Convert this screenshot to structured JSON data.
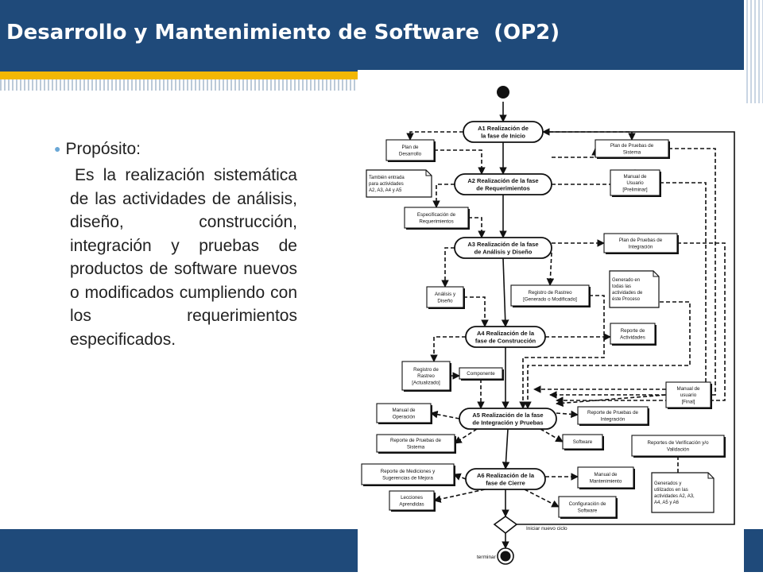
{
  "slide": {
    "title": "Desarrollo y Mantenimiento de Software  (OP2)",
    "bullet_label": "Propósito:",
    "body_text": "Es la realización sistemática de las actividades de análisis, diseño, construcción, integración y pruebas de productos de software nuevos o modificados cumpliendo con los requerimientos especificados."
  },
  "colors": {
    "title_bar": "#1f4a7a",
    "accent": "#f2b705",
    "bullet": "#6aa7d6"
  },
  "diagram": {
    "activities": [
      {
        "id": "a1",
        "lines": [
          "A1 Realización de",
          "la fase de Inicio"
        ]
      },
      {
        "id": "a2",
        "lines": [
          "A2 Realización de la fase",
          "de Requerimientos"
        ]
      },
      {
        "id": "a3",
        "lines": [
          "A3 Realización de la fase",
          "de Análisis y Diseño"
        ]
      },
      {
        "id": "a4",
        "lines": [
          "A4 Realización de la",
          "fase de Construcción"
        ]
      },
      {
        "id": "a5",
        "lines": [
          "A5 Realización de la fase",
          "de Integración y Pruebas"
        ]
      },
      {
        "id": "a6",
        "lines": [
          "A6 Realización de la",
          "fase de Cierre"
        ]
      }
    ],
    "artifacts": [
      {
        "id": "plan-desarrollo",
        "lines": [
          "Plan de",
          "Desarrollo"
        ]
      },
      {
        "id": "nota-entrada",
        "note": true,
        "lines": [
          "También entrada",
          "para actividades",
          "A2, A3, A4 y A5"
        ]
      },
      {
        "id": "plan-pruebas-sistema",
        "lines": [
          "Plan de Pruebas de",
          "Sistema"
        ]
      },
      {
        "id": "manual-usuario-prelim",
        "lines": [
          "Manual de",
          "Usuario",
          "[Preliminar]"
        ]
      },
      {
        "id": "especificacion-req",
        "lines": [
          "Especificación de",
          "Requerimientos"
        ]
      },
      {
        "id": "plan-pruebas-integracion",
        "lines": [
          "Plan de Pruebas de",
          "Integración"
        ]
      },
      {
        "id": "nota-generado",
        "note": true,
        "lines": [
          "Generado en",
          "todas las",
          "actividades de",
          "éste Proceso"
        ]
      },
      {
        "id": "analisis-diseno",
        "lines": [
          "Análisis y",
          "Diseño"
        ]
      },
      {
        "id": "registro-rastreo-gen",
        "lines": [
          "Registro de Rastreo",
          "[Generado o Modificado]"
        ]
      },
      {
        "id": "reporte-actividades",
        "lines": [
          "Reporte de",
          "Actividades"
        ]
      },
      {
        "id": "registro-rastreo-act",
        "lines": [
          "Registro de",
          "Rastreo",
          "[Actualizado]"
        ]
      },
      {
        "id": "componente",
        "lines": [
          "Componente"
        ]
      },
      {
        "id": "manual-usuario-final",
        "lines": [
          "Manual de",
          "usuario",
          "[Final]"
        ]
      },
      {
        "id": "manual-operacion",
        "lines": [
          "Manual de",
          "Operación"
        ]
      },
      {
        "id": "reporte-pruebas-integracion",
        "lines": [
          "Reporte de Pruebas de",
          "Integración"
        ]
      },
      {
        "id": "reporte-pruebas-sistema",
        "lines": [
          "Reporte de Pruebas de",
          "Sistema"
        ]
      },
      {
        "id": "software",
        "lines": [
          "Software"
        ]
      },
      {
        "id": "reportes-verificacion",
        "lines": [
          "Reportes de Verificación y/o",
          "Validación"
        ]
      },
      {
        "id": "reporte-mediciones",
        "lines": [
          "Reporte de Mediciones y",
          "Sugerencias de Mejora"
        ]
      },
      {
        "id": "manual-mantenimiento",
        "lines": [
          "Manual de",
          "Mantenimiento"
        ]
      },
      {
        "id": "nota-generados",
        "note": true,
        "lines": [
          "Generados y",
          "utilizados en las",
          "actividades A2, A3,",
          "A4, A5 y A6"
        ]
      },
      {
        "id": "lecciones-aprendidas",
        "lines": [
          "Lecciones",
          "Aprendidas"
        ]
      },
      {
        "id": "configuracion-software",
        "lines": [
          "Configuración de",
          "Software"
        ]
      }
    ],
    "labels": {
      "loop": "Iniciar nuevo ciclo",
      "end": "terminar"
    }
  }
}
